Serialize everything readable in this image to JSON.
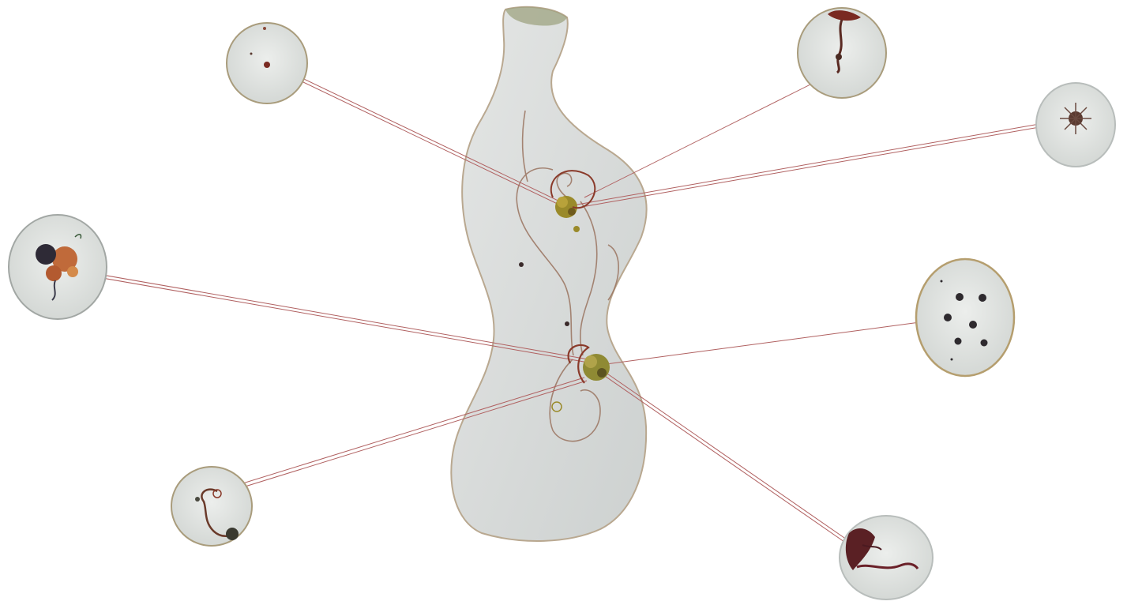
{
  "scene": {
    "description_items": [
      {
        "name": "torso-silhouette",
        "label": ""
      },
      {
        "name": "upper-knot",
        "label": ""
      },
      {
        "name": "lower-knot",
        "label": ""
      }
    ],
    "discs": [
      {
        "id": "disc-top-left",
        "content": "dot",
        "links_to": "upper-knot"
      },
      {
        "id": "disc-top-right",
        "content": "vertical-squiggle",
        "links_to": "upper-knot"
      },
      {
        "id": "disc-right",
        "content": "star-cluster",
        "links_to": "upper-knot"
      },
      {
        "id": "disc-left",
        "content": "flower-cluster",
        "links_to": "lower-knot"
      },
      {
        "id": "disc-mid-right",
        "content": "dot-pattern",
        "links_to": "lower-knot"
      },
      {
        "id": "disc-bottom-left",
        "content": "curled-line",
        "links_to": "lower-knot"
      },
      {
        "id": "disc-bottom-right",
        "content": "bramble-line",
        "links_to": "lower-knot"
      }
    ],
    "colors": {
      "silhouette_fill": "#d9dcdb",
      "silhouette_edge": "#b9a890",
      "disc_fill": "#e3e5e3",
      "disc_edge": "#a99c7c",
      "link_line": "#b06060",
      "knot_gold": "#9a8a2a",
      "knot_red": "#8a3a2a",
      "dark_specks": "#3a2a2a"
    }
  }
}
